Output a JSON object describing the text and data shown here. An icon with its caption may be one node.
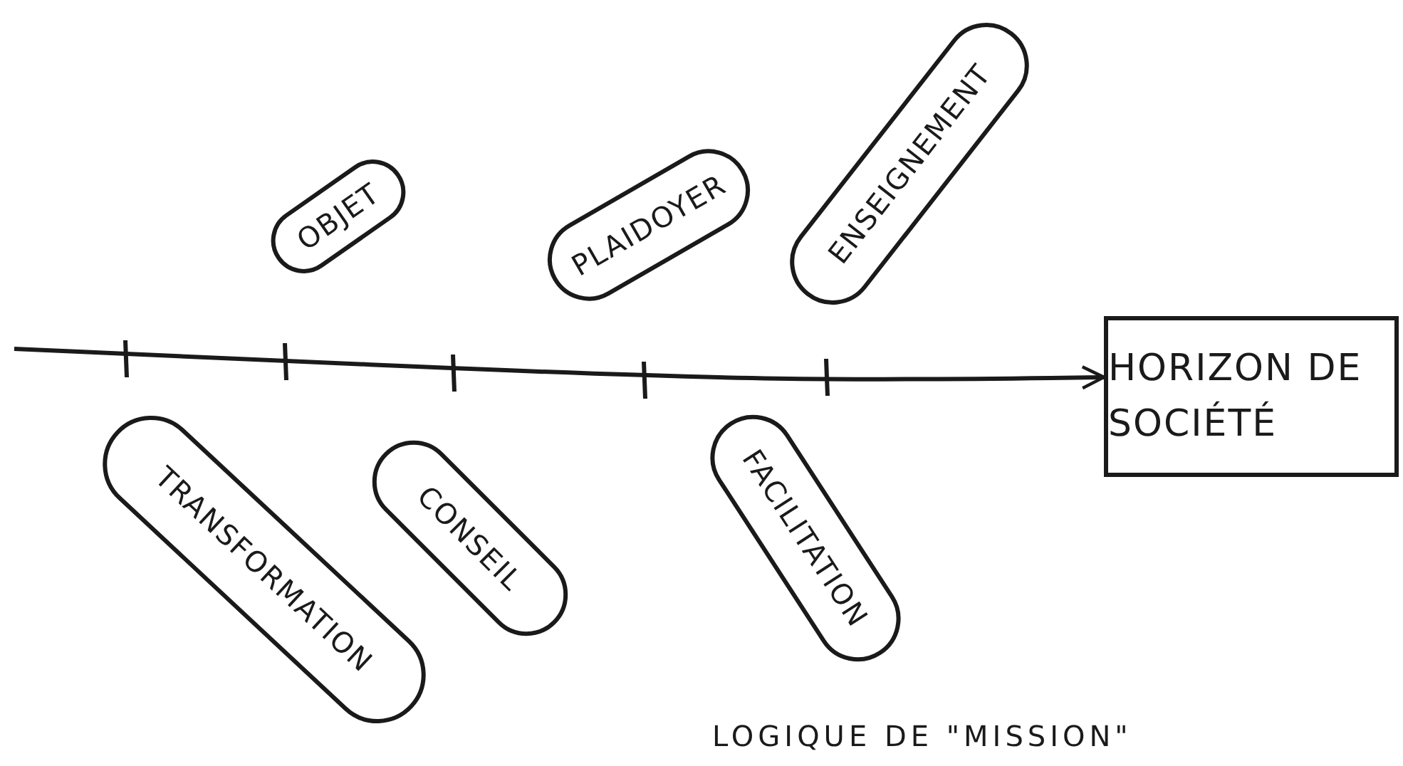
{
  "diagram": {
    "nodes": [
      {
        "text": [
          "OBJET"
        ]
      },
      {
        "text": [
          "PLAIDOYER"
        ]
      },
      {
        "text": [
          "ENSEIGNEMENT"
        ]
      },
      {
        "text": [
          "HORIZON DE SOCIÉTÉ"
        ]
      },
      {
        "text": [
          "TRANSFORMATION"
        ]
      },
      {
        "text": [
          "CONSEIL"
        ]
      },
      {
        "text": [
          "FACILITATION"
        ]
      }
    ],
    "edges": [
      {
        "from": null,
        "to": 3,
        "arrow": "to"
      }
    ],
    "labels": [
      "LOGIQUE DE \"MISSION\""
    ]
  }
}
